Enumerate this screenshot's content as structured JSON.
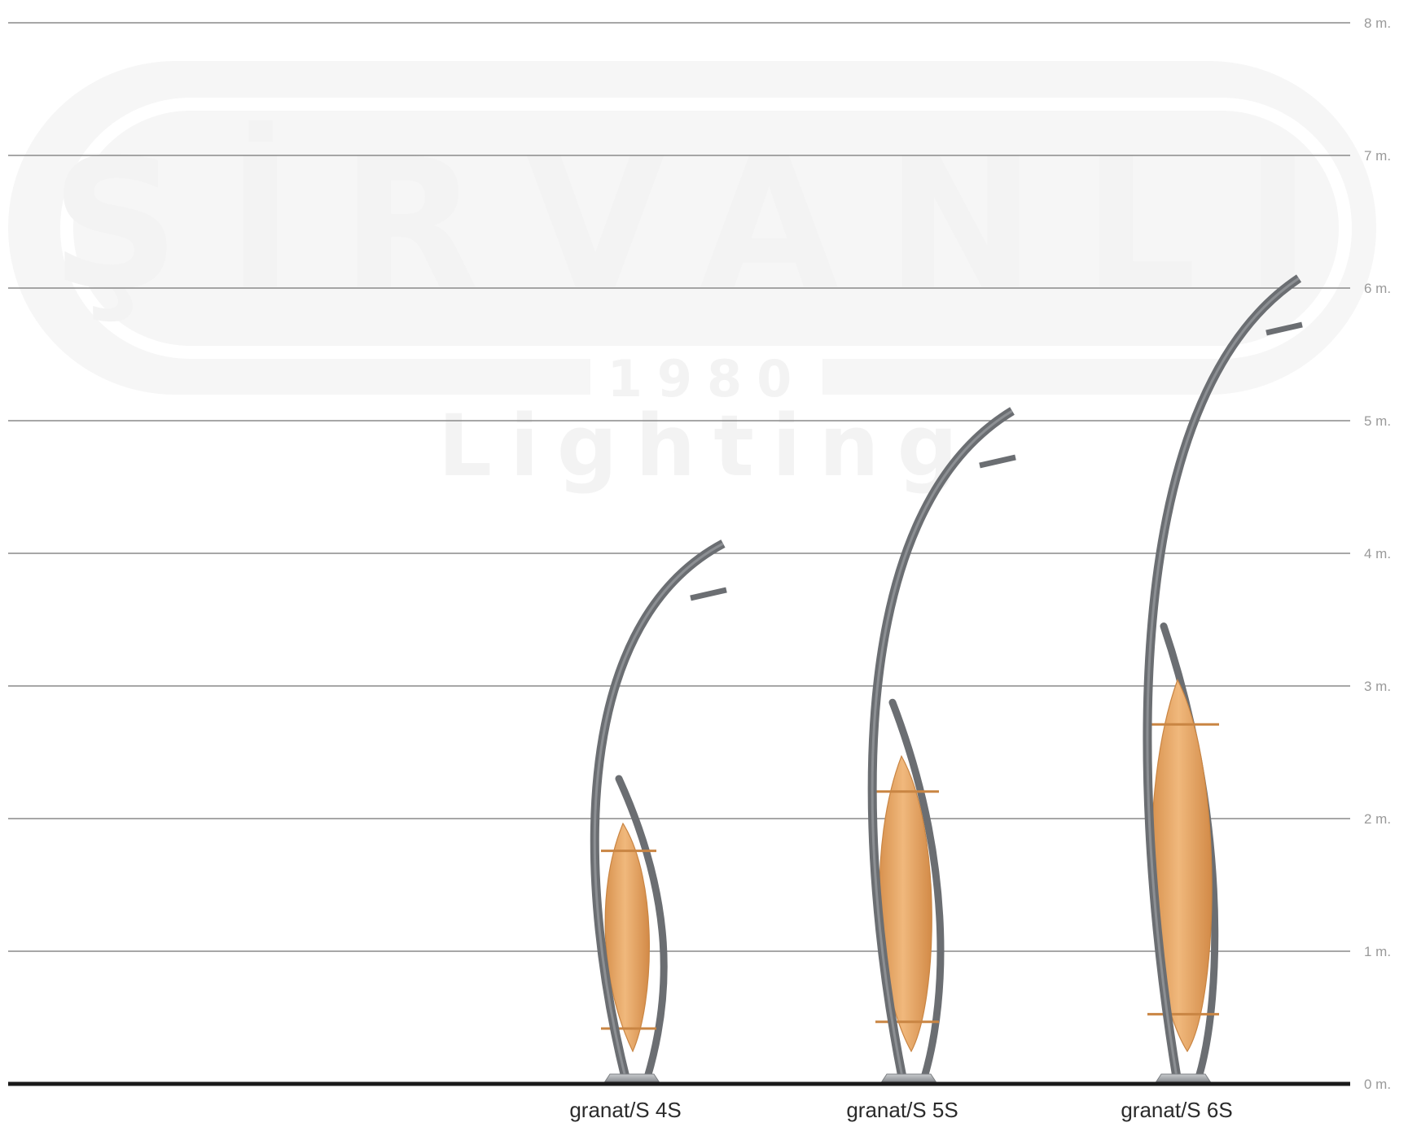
{
  "watermark": {
    "brand": "ŞİRVANLI",
    "year": "1980",
    "tagline": "Lighting"
  },
  "scale": {
    "unit": "m",
    "levels": [
      {
        "value": 0,
        "label": "0 m."
      },
      {
        "value": 1,
        "label": "1 m."
      },
      {
        "value": 2,
        "label": "2 m."
      },
      {
        "value": 3,
        "label": "3 m."
      },
      {
        "value": 4,
        "label": "4 m."
      },
      {
        "value": 5,
        "label": "5 m."
      },
      {
        "value": 6,
        "label": "6 m."
      },
      {
        "value": 7,
        "label": "7 m."
      },
      {
        "value": 8,
        "label": "8 m."
      }
    ]
  },
  "poles": [
    {
      "label": "granat/S 4S",
      "height": 4
    },
    {
      "label": "granat/S 5S",
      "height": 5
    },
    {
      "label": "granat/S 6S",
      "height": 6
    }
  ],
  "colors": {
    "pole": "#6b6e72",
    "pole_light": "#8c8f93",
    "wood": "#e9ab6c",
    "wood_dark": "#c98543",
    "grid": "#8a8a8a",
    "ground": "#1a1a1a"
  }
}
